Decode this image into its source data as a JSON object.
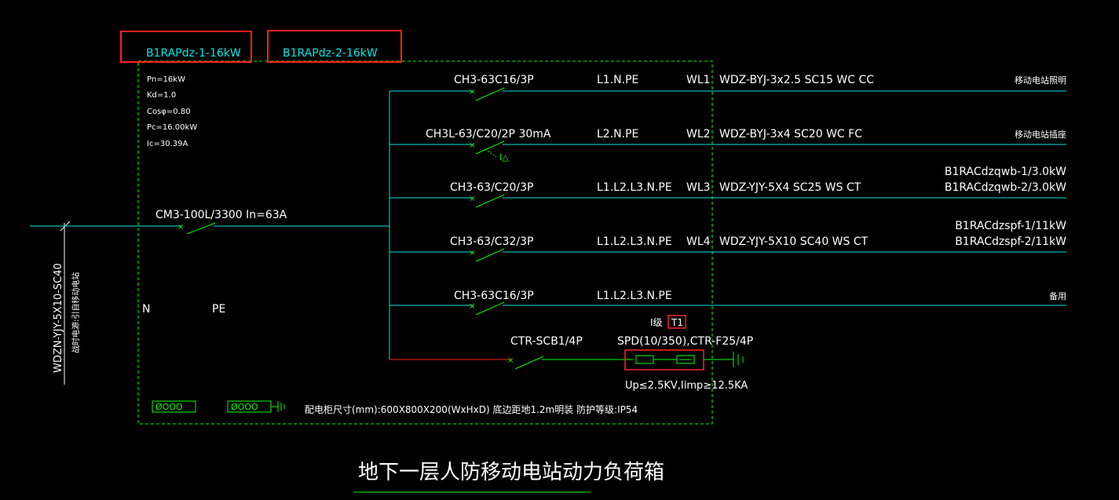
{
  "box_labels": [
    "B1RAPdz-1-16kW",
    "B1RAPdz-2-16kW"
  ],
  "params": [
    "Pn=16kW",
    "Kd=1.0",
    "Cosφ=0.80",
    "Pc=16.00kW",
    "Ic=30.39A"
  ],
  "incoming": {
    "cable": "WDZN-YJY-5X10-SC40",
    "source_note": "战时电源:引自移动电站",
    "main_breaker": "CM3-100L/3300  In=63A",
    "n_label": "N",
    "pe_label": "PE"
  },
  "circuits": [
    {
      "breaker": "CH3-63C16/3P",
      "phase": "L1.N.PE",
      "wl": "WL1",
      "cable": "WDZ-BYJ-3x2.5  SC15  WC  CC",
      "loads": [
        "移动电站照明"
      ]
    },
    {
      "breaker": "CH3L-63/C20/2P 30mA",
      "phase": "L2.N.PE",
      "wl": "WL2",
      "cable": "WDZ-BYJ-3x4  SC20  WC  FC",
      "loads": [
        "移动电站插座"
      ],
      "rcd_symbol": "I△"
    },
    {
      "breaker": "CH3-63/C20/3P",
      "phase": "L1.L2.L3.N.PE",
      "wl": "WL3",
      "cable": "WDZ-YJY-5X4  SC25  WS  CT",
      "loads": [
        "B1RACdzqwb-1/3.0kW",
        "B1RACdzqwb-2/3.0kW"
      ]
    },
    {
      "breaker": "CH3-63/C32/3P",
      "phase": "L1.L2.L3.N.PE",
      "wl": "WL4",
      "cable": "WDZ-YJY-5X10  SC40  WS  CT",
      "loads": [
        "B1RACdzspf-1/11kW",
        "B1RACdzspf-2/11kW"
      ]
    },
    {
      "breaker": "CH3-63C16/3P",
      "phase": "L1.L2.L3.N.PE",
      "wl": "",
      "cable": "",
      "loads": [
        "备用"
      ]
    }
  ],
  "spd": {
    "level_label": "I级",
    "level_code": "T1",
    "breaker": "CTR-SCB1/4P",
    "device": "SPD(10/350),CTR-F25/4P",
    "rating": "Up≤2.5KV,Iimp≥12.5KA"
  },
  "footer_note": "配电柜尺寸(mm):600X800X200(WxHxD) 底边距地1.2m明装 防护等级:IP54",
  "title": "地下一层人防移动电站动力负荷箱",
  "colors": {
    "background": "#000000",
    "line_cyan": "#00e5e5",
    "line_green": "#00ff00",
    "text_white": "#ffffff",
    "text_cyan": "#00e5e5",
    "red": "#ff2020"
  }
}
